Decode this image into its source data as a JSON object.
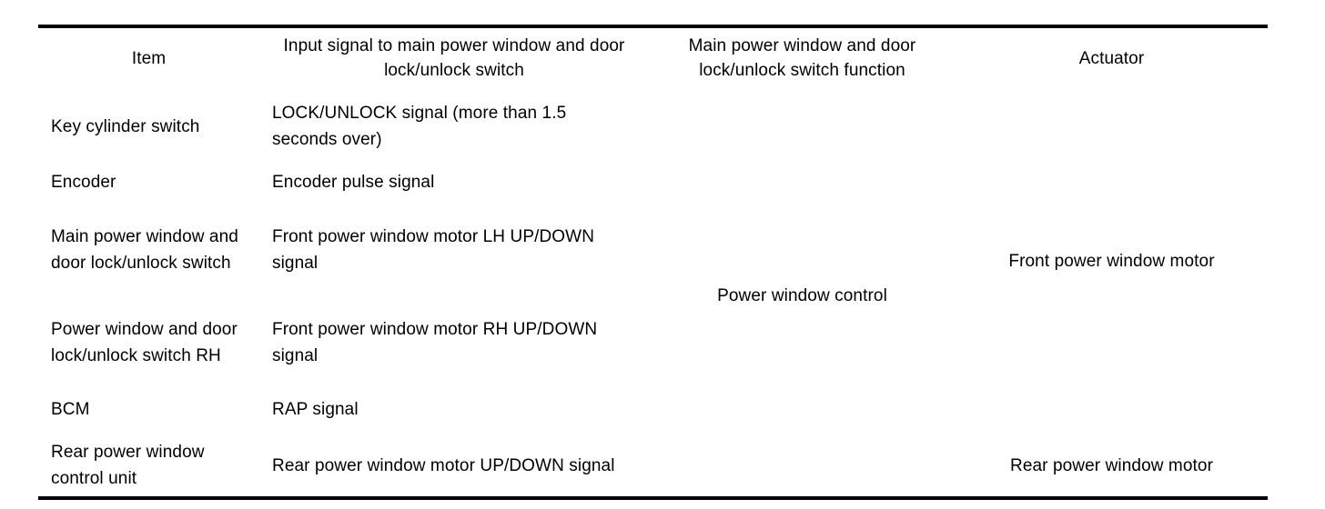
{
  "document": {
    "type": "service-manual-table",
    "table": {
      "headers": [
        "Item",
        "Input signal to main power window and door lock/unlock switch",
        "Main power window and door lock/unlock switch function",
        "Actuator"
      ],
      "rows": [
        {
          "item": "Key cylinder switch",
          "input_signal": "LOCK/UNLOCK signal (more than 1.5 seconds over)"
        },
        {
          "item": "Encoder",
          "input_signal": "Encoder pulse signal"
        },
        {
          "item": "Main power window and door lock/unlock switch",
          "input_signal": "Front power window motor LH UP/DOWN signal"
        },
        {
          "item": "Power window and door lock/unlock switch RH",
          "input_signal": "Front power window motor RH UP/DOWN signal"
        },
        {
          "item": "BCM",
          "input_signal": "RAP signal"
        },
        {
          "item": "Rear power window control unit",
          "input_signal": "Rear power window motor UP/DOWN signal"
        }
      ],
      "merged": {
        "function": "Power window control",
        "actuator_front": "Front power window motor",
        "actuator_rear": "Rear power window motor"
      }
    },
    "colors": {
      "text": "#000000",
      "rule": "#000000",
      "background": "#ffffff"
    }
  }
}
